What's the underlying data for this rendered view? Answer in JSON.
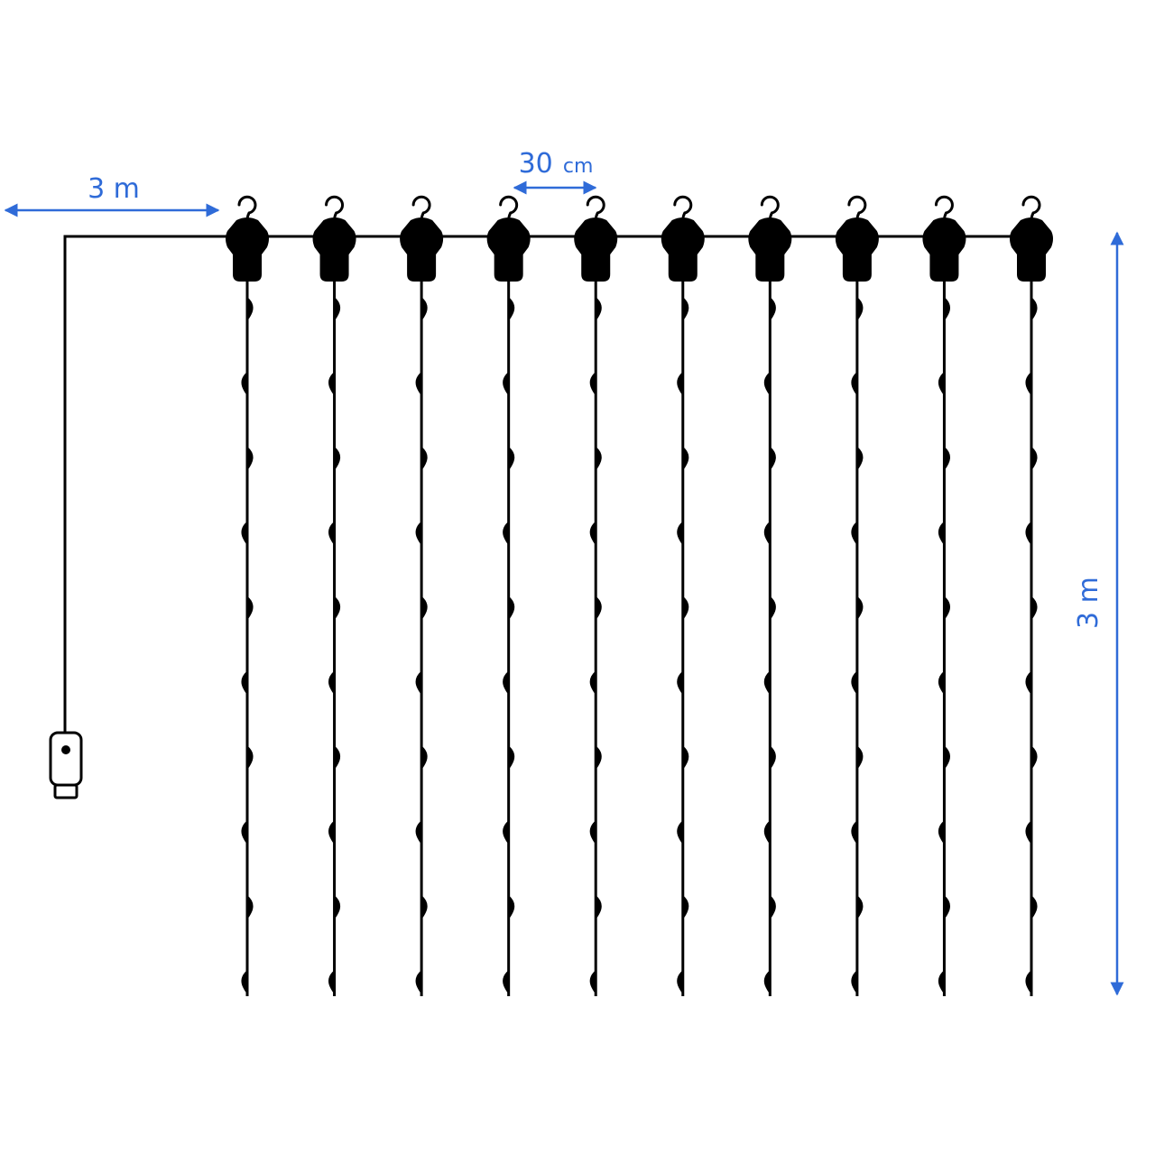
{
  "dimensions": {
    "lead_length": {
      "value": "3 m"
    },
    "spacing": {
      "number": "30",
      "unit": "cm"
    },
    "drop_length": {
      "value": "3 m"
    }
  },
  "curtain": {
    "strand_count": 10,
    "bulbs_per_strand": 10
  },
  "colors": {
    "wire": "#000000",
    "dimension": "#2f6bd8",
    "background": "#ffffff"
  },
  "icons": {
    "hook": "hook-icon",
    "plug": "usb-plug-icon",
    "bulb": "led-bulb-icon"
  }
}
